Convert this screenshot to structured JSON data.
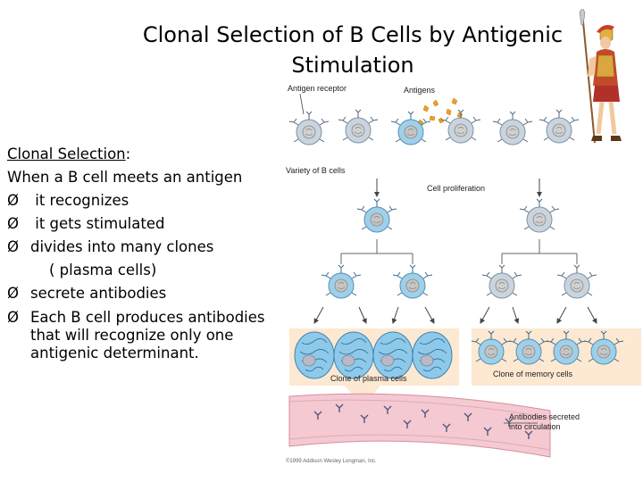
{
  "slide": {
    "title_line1": "Clonal Selection of B Cells by Antigenic",
    "title_line2": "Stimulation"
  },
  "bullets": {
    "heading": "Clonal Selection",
    "heading_colon": ":",
    "intro": "When a B cell meets an antigen",
    "items": [
      "it recognizes",
      "it gets stimulated",
      "divides into many clones",
      "( plasma cells)",
      "secrete antibodies",
      "Each B cell produces antibodies",
      "that will recognize only one",
      "antigenic determinant."
    ],
    "arrow_glyph": "Ø"
  },
  "figure": {
    "labels": {
      "antigen_receptor": "Antigen receptor",
      "antigens": "Antigens",
      "variety": "Variety of B cells",
      "proliferation": "Cell proliferation",
      "plasma": "Clone of plasma cells",
      "memory": "Clone of memory cells",
      "secreted1": "Antibodies secreted",
      "secreted2": "into circulation",
      "copyright": "©1999 Addison Wesley Longman, Inc."
    },
    "colors": {
      "cell_blue": "#9fd0ea",
      "cell_gray": "#c9d4de",
      "plasma_bg": "#fde8d2",
      "vessel": "#f4c9d2",
      "antigen": "#f0a020"
    }
  },
  "decor": {
    "soldier_icon": "roman-soldier-icon"
  }
}
